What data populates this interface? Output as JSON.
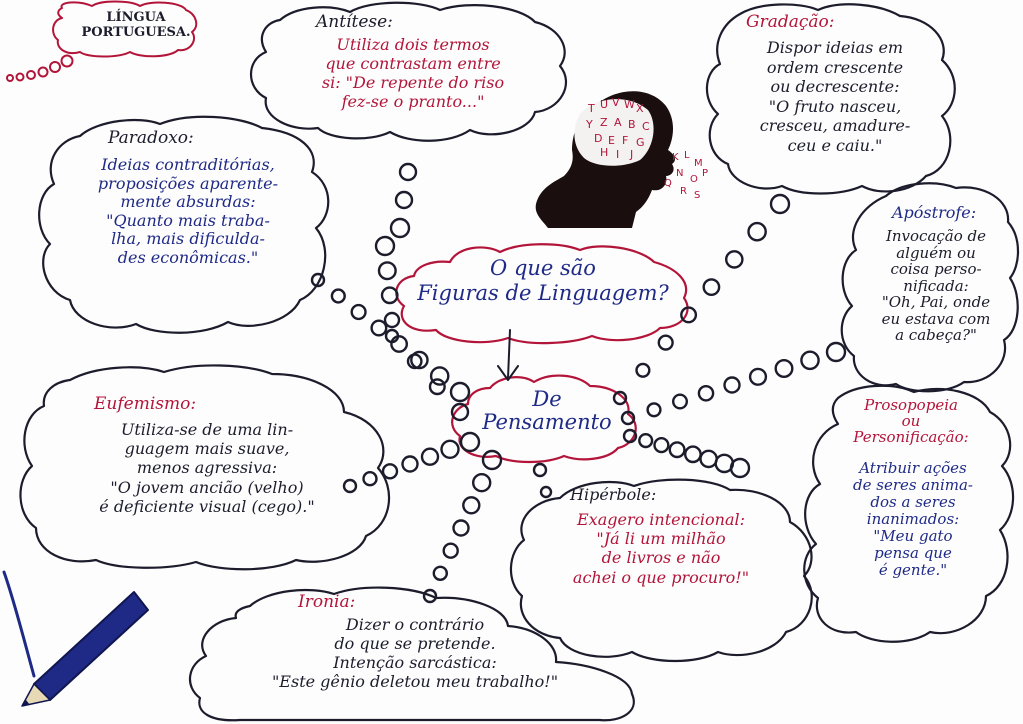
{
  "header": {
    "label": "LÍNGUA\nPORTUGUESA."
  },
  "center": {
    "question": "O que são\nFiguras de Linguagem?",
    "category": "De\nPensamento"
  },
  "figures": {
    "antitese": {
      "title": "Antítese:",
      "text": "Utiliza dois termos\nque contrastam entre\nsi: \"De repente do riso\nfez-se o pranto...\""
    },
    "gradacao": {
      "title": "Gradação:",
      "text": "Dispor ideias em\nordem crescente\nou decrescente:\n\"O fruto nasceu,\ncresceu, amadure-\nceu e caiu.\""
    },
    "paradoxo": {
      "title": "Paradoxo:",
      "text": "Ideias contraditórias,\nproposições aparente-\nmente absurdas:\n\"Quanto mais traba-\nlha, mais dificulda-\ndes econômicas.\""
    },
    "apostrofe": {
      "title": "Apóstrofe:",
      "text": "Invocação de\nalguém ou\ncoisa perso-\nnificada:\n\"Oh, Pai, onde\neu estava com\na cabeça?\""
    },
    "eufemismo": {
      "title": "Eufemismo:",
      "text": "Utiliza-se de uma lin-\nguagem mais suave,\nmenos agressiva:\n\"O jovem ancião (velho)\né deficiente visual (cego).\""
    },
    "prosopopeia": {
      "title": "Prosopopeia\nou\nPersonificação:",
      "text": "Atribuir ações\nde seres anima-\ndos a seres\ninanimados:\n\"Meu gato\npensa que\né gente.\""
    },
    "hiperbole": {
      "title": "Hipérbole:",
      "text": "Exagero intencional:\n\"Já li um milhão\nde livros e não\nachei o que procuro!\""
    },
    "ironia": {
      "title": "Ironia:",
      "text": "Dizer o contrário\ndo que se pretende.\nIntenção sarcástica:\n\"Este gênio deletou meu trabalho!\""
    }
  },
  "head_letters": "TUVWXYZABCDEFGHIJKLMNOPQRS",
  "colors": {
    "ink": "#1c1c2c",
    "red": "#b3153a",
    "blue": "#1f2a86",
    "head": "#1a0e0e"
  }
}
